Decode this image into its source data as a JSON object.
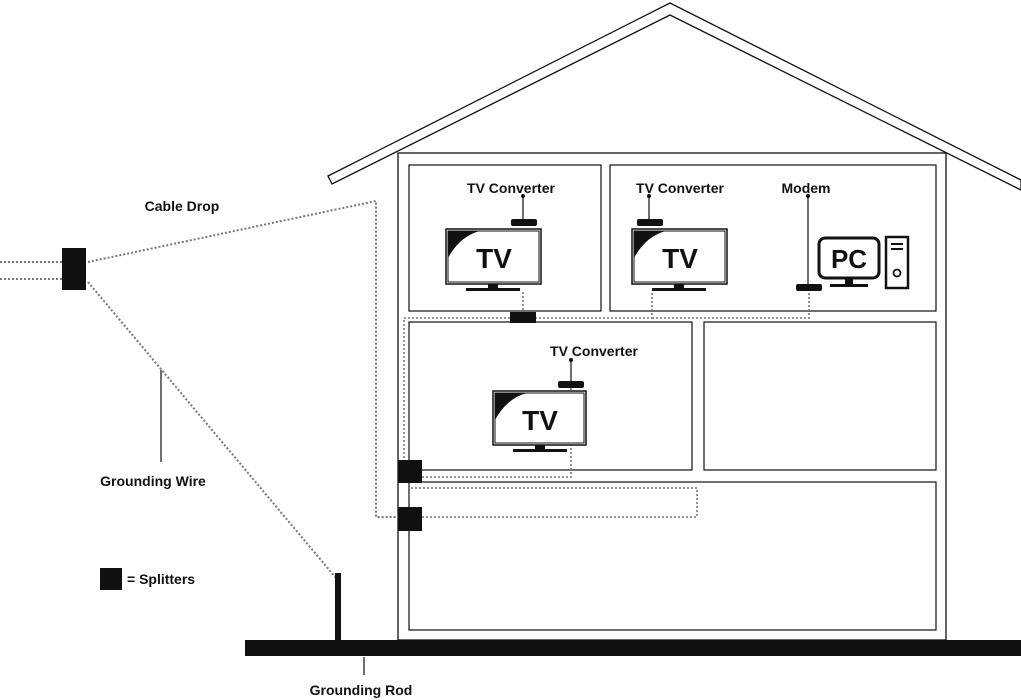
{
  "labels": {
    "cable_drop": "Cable Drop",
    "grounding_wire": "Grounding Wire",
    "grounding_rod": "Grounding Rod",
    "splitters_legend": "= Splitters",
    "tv_converter": "TV Converter",
    "modem": "Modem",
    "tv": "TV",
    "pc": "PC"
  },
  "colors": {
    "line": "#111111",
    "cable": "#777777",
    "background": "#ffffff"
  },
  "icons": [
    "splitter-icon",
    "tv-icon",
    "pc-monitor-icon",
    "pc-tower-icon",
    "converter-box-icon",
    "modem-box-icon"
  ]
}
